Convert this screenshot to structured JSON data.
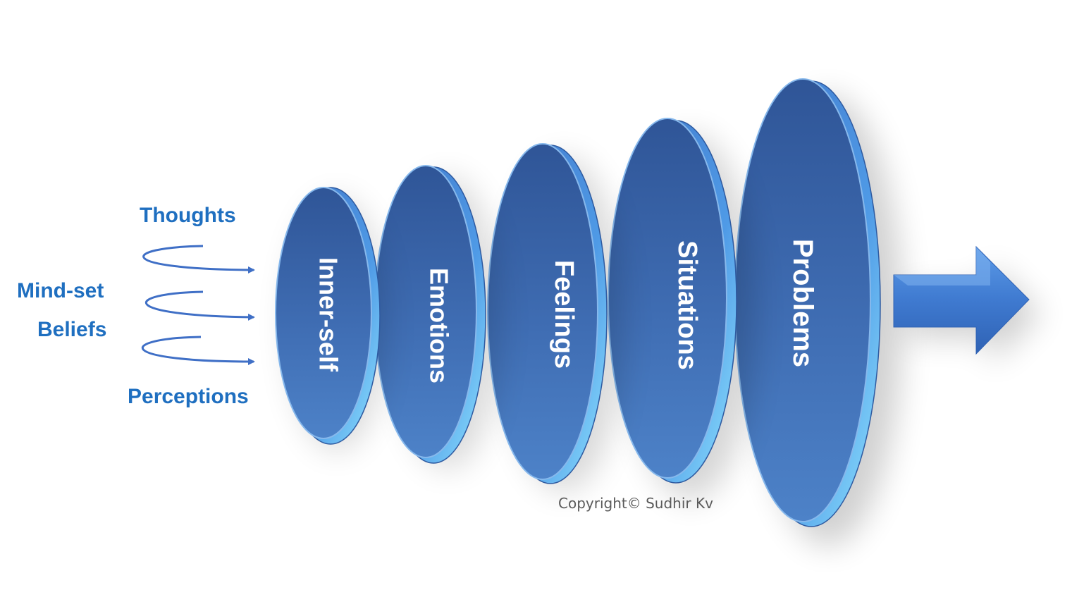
{
  "inputs": {
    "thoughts": "Thoughts",
    "mindset": "Mind-set",
    "beliefs": "Beliefs",
    "perceptions": "Perceptions"
  },
  "stages": [
    {
      "label": "Inner-self"
    },
    {
      "label": "Emotions"
    },
    {
      "label": "Feelings"
    },
    {
      "label": "Situations"
    },
    {
      "label": "Problems"
    }
  ],
  "copyright": "Copyright© Sudhir Kv",
  "colors": {
    "label_text": "#1f6fc0",
    "disc_top": "#3560a6",
    "disc_bottom": "#4c7fc4",
    "disc_rim": "#6fd0ff",
    "arrow": "#4a86d8",
    "curl": "#3f6fc6"
  }
}
